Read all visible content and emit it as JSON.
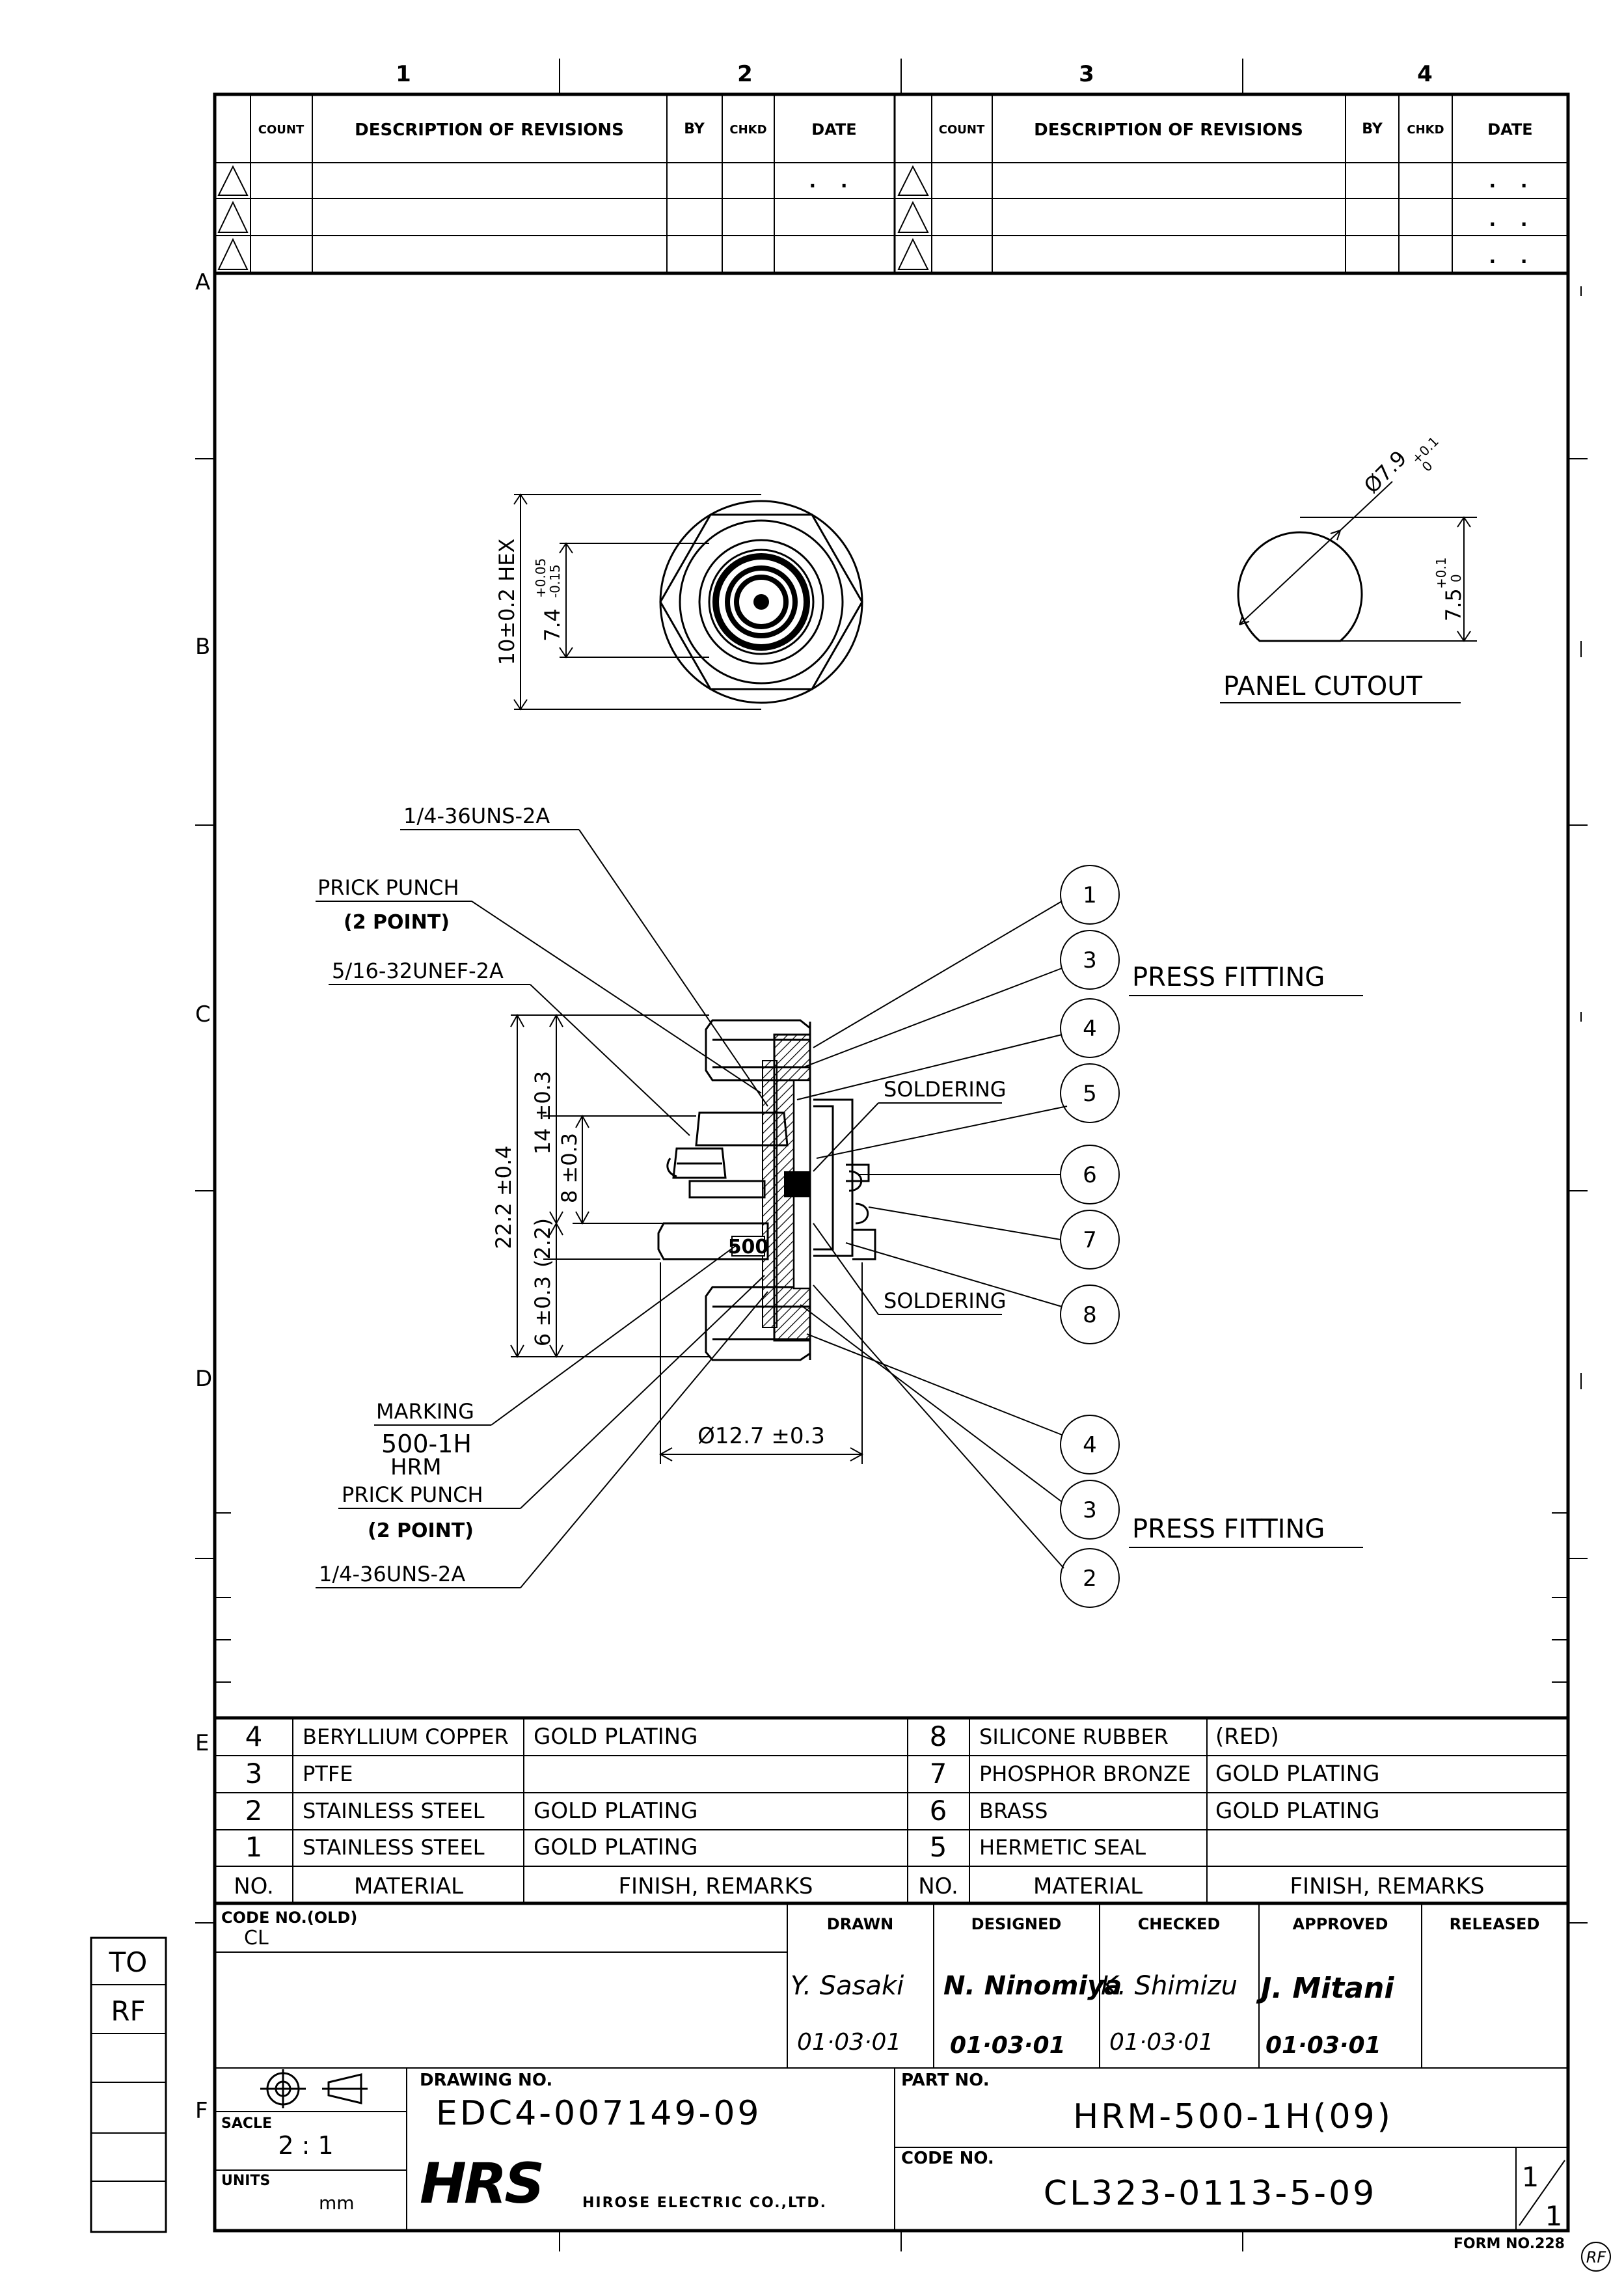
{
  "zones": {
    "cols": [
      "1",
      "2",
      "3",
      "4"
    ],
    "rows": [
      "A",
      "B",
      "C",
      "D",
      "E",
      "F"
    ]
  },
  "revisions": {
    "headers": [
      "COUNT",
      "DESCRIPTION OF REVISIONS",
      "BY",
      "CHKD",
      "DATE"
    ],
    "date_marks": [
      ". .",
      ". .",
      ". .",
      ". ."
    ]
  },
  "views": {
    "hex_dim": "10±0.2 HEX",
    "flat_dim": "7.4",
    "flat_tol_upper": "+0.05",
    "flat_tol_lower": "-0.15",
    "cutout_dia": "Ø7.9",
    "cutout_dia_tol_upper": "+0.1",
    "cutout_dia_tol_lower": "0",
    "cutout_flat": "7.5",
    "cutout_flat_tol_upper": "+0.1",
    "cutout_flat_tol_lower": "0",
    "panel_cutout": "PANEL CUTOUT"
  },
  "callouts": {
    "thread_top": "1/4-36UNS-2A",
    "prick_punch_top": "PRICK PUNCH",
    "two_point_top": "(2 POINT)",
    "thread_mid": "5/16-32UNEF-2A",
    "soldering_1": "SOLDERING",
    "soldering_2": "SOLDERING",
    "marking": "MARKING",
    "marking_line1": "500-1H",
    "marking_line2": "HRM",
    "prick_punch_bottom": "PRICK PUNCH",
    "two_point_bottom": "(2 POINT)",
    "thread_bottom": "1/4-36UNS-2A",
    "body_mark": "500",
    "press_fitting_top": "PRESS FITTING",
    "press_fitting_bottom": "PRESS FITTING"
  },
  "dimensions": {
    "overall": "22.2 ±0.4",
    "upper": "14 ±0.3",
    "thread": "8 ±0.3",
    "lower": "6 ±0.3",
    "gap": "(2.2)",
    "flange": "Ø12.7 ±0.3"
  },
  "balloons": [
    "1",
    "3",
    "4",
    "5",
    "6",
    "7",
    "8",
    "4",
    "3",
    "2"
  ],
  "parts": {
    "left": [
      {
        "no": "4",
        "material": "BERYLLIUM COPPER",
        "finish": "GOLD PLATING"
      },
      {
        "no": "3",
        "material": "PTFE",
        "finish": ""
      },
      {
        "no": "2",
        "material": "STAINLESS STEEL",
        "finish": "GOLD PLATING"
      },
      {
        "no": "1",
        "material": "STAINLESS STEEL",
        "finish": "GOLD PLATING"
      }
    ],
    "right": [
      {
        "no": "8",
        "material": "SILICONE RUBBER",
        "finish": "(RED)"
      },
      {
        "no": "7",
        "material": "PHOSPHOR BRONZE",
        "finish": "GOLD PLATING"
      },
      {
        "no": "6",
        "material": "BRASS",
        "finish": "GOLD PLATING"
      },
      {
        "no": "5",
        "material": "HERMETIC SEAL",
        "finish": ""
      }
    ],
    "header_no": "NO.",
    "header_material": "MATERIAL",
    "header_finish": "FINISH, REMARKS"
  },
  "title_block": {
    "code_no_label": "CODE NO.(OLD)",
    "code_no_value": "CL",
    "drawn_label": "DRAWN",
    "designed_label": "DESIGNED",
    "checked_label": "CHECKED",
    "approved_label": "APPROVED",
    "released_label": "RELEASED",
    "drawn_sig": "Y. Sasaki",
    "designed_sig": "N. Ninomiya",
    "checked_sig": "K. Shimizu",
    "approved_sig": "J. Mitani",
    "drawn_date": "01·03·01",
    "designed_date": "01·03·01",
    "checked_date": "01·03·01",
    "approved_date": "01·03·01",
    "scale_label": "SACLE",
    "scale_value": "2 : 1",
    "units_label": "UNITS",
    "units_value": "mm",
    "drawing_no_label": "DRAWING NO.",
    "drawing_no": "EDC4-007149-09",
    "part_no_label": "PART NO.",
    "part_no": "HRM-500-1H(09)",
    "code_no2_label": "CODE NO.",
    "code_no2": "CL323-0113-5-09",
    "company": "HIROSE ELECTRIC CO.,LTD.",
    "logo": "HRS",
    "sheet_num": "1",
    "sheet_den": "1",
    "form_no": "FORM NO.228",
    "rf_stamp": "RF"
  },
  "side_box": {
    "to": "TO",
    "rf": "RF"
  }
}
